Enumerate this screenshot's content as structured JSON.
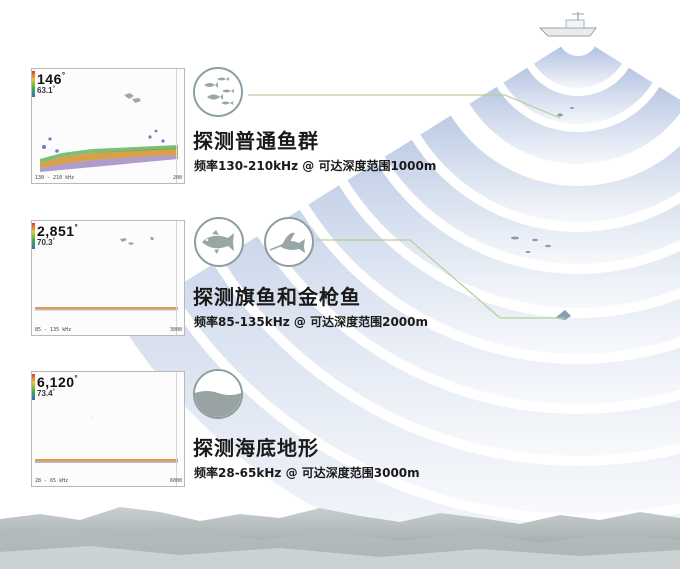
{
  "features": [
    {
      "title": "探测普通鱼群",
      "spec": "频率130-210kHz @ 可达深度范围1000m",
      "icon": "fish-school-icon",
      "screen": {
        "depth": "146",
        "depth_unit": "°",
        "temp": "63.1",
        "temp_unit": "°",
        "freq_label": "130 - 210 kHz",
        "max_depth": "200"
      }
    },
    {
      "title": "探测旗鱼和金枪鱼",
      "spec": "频率85-135kHz @ 可达深度范围2000m",
      "icons": [
        "tuna-icon",
        "marlin-icon"
      ],
      "screen": {
        "depth": "2,851",
        "depth_unit": "°",
        "temp": "70.3",
        "temp_unit": "°",
        "freq_label": "85 - 135 kHz",
        "max_depth": "3000"
      }
    },
    {
      "title": "探测海底地形",
      "spec": "频率28-65kHz @ 可达深度范围3000m",
      "icon": "seabed-icon",
      "screen": {
        "depth": "6,120",
        "depth_unit": "°",
        "temp": "73.4",
        "temp_unit": "°",
        "freq_label": "28 - 65 kHz",
        "max_depth": "6000"
      }
    }
  ],
  "colors": {
    "sonar_beam": "#b8c8e4",
    "icon_border": "#8c9e9e",
    "seabed": "#9aa3a3",
    "leader_line": "#b9cc9a"
  }
}
